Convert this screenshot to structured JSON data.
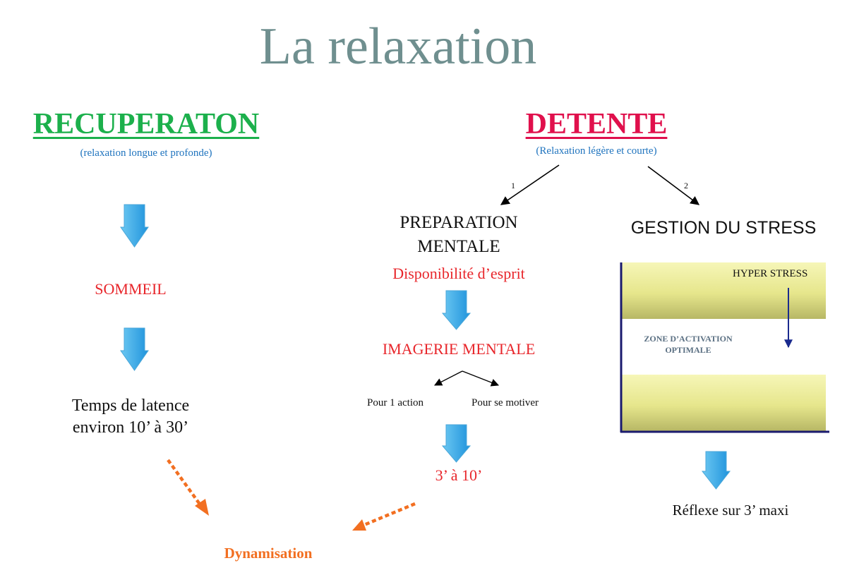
{
  "title": "La relaxation",
  "left": {
    "heading": "RECUPERATON",
    "subheading": "(relaxation longue et profonde)",
    "step1": "SOMMEIL",
    "step2_line1": "Temps de latence",
    "step2_line2": "environ 10’ à 30’"
  },
  "right": {
    "heading": "DETENTE",
    "subheading": "(Relaxation légère et courte)",
    "branch1_number": "1",
    "branch2_number": "2",
    "branch1": {
      "title_line1": "PREPARATION",
      "title_line2": "MENTALE",
      "subtitle": "Disponibilité d’esprit",
      "step1": "IMAGERIE MENTALE",
      "option_a": "Pour 1 action",
      "option_b": "Pour se motiver",
      "duration": "3’ à 10’"
    },
    "branch2": {
      "title": "GESTION DU STRESS",
      "hyper_label": "HYPER STRESS",
      "zone_line1": "ZONE  D’ACTIVATION",
      "zone_line2": "OPTIMALE",
      "result": "Réflexe sur 3’ maxi"
    }
  },
  "outcome": "Dynamisation",
  "colors": {
    "title": "#6f8f8f",
    "recuperation": "#1cb04c",
    "detente": "#e0104c",
    "subtitle_blue": "#1e73be",
    "red_text": "#e8262b",
    "orange": "#f26f21",
    "block_arrow": "#29a3e6",
    "zone_band": "#e4e48a",
    "axis": "#1a1a6e"
  }
}
